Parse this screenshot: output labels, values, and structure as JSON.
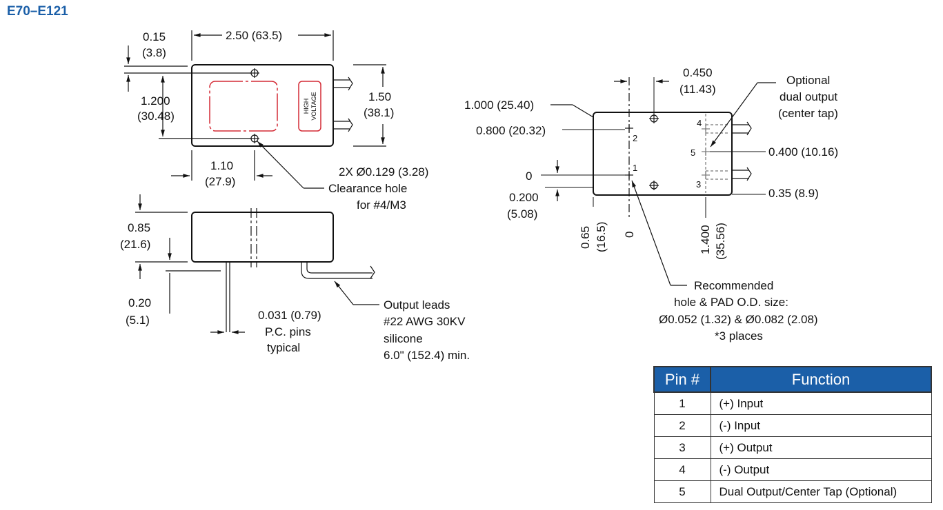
{
  "title": "E70–E121",
  "top_view": {
    "dim_015": "0.15",
    "dim_015_mm": "(3.8)",
    "dim_250": "2.50 (63.5)",
    "dim_1200": "1.200",
    "dim_1200_mm": "(30.48)",
    "dim_150": "1.50",
    "dim_150_mm": "(38.1)",
    "dim_110": "1.10",
    "dim_110_mm": "(27.9)",
    "label_high": "HIGH",
    "label_voltage": "VOLTAGE",
    "hole_note_1": "2X Ø0.129 (3.28)",
    "hole_note_2": "Clearance hole",
    "hole_note_3": "for #4/M3"
  },
  "side_view": {
    "dim_085": "0.85",
    "dim_085_mm": "(21.6)",
    "dim_020": "0.20",
    "dim_020_mm": "(5.1)",
    "pin_note_1": "0.031 (0.79)",
    "pin_note_2": "P.C. pins",
    "pin_note_3": "typical",
    "leads_note_1": "Output leads",
    "leads_note_2": "#22 AWG  30KV",
    "leads_note_3": "silicone",
    "leads_note_4": "6.0\" (152.4) min."
  },
  "pcb_view": {
    "dim_0450": "0.450",
    "dim_0450_mm": "(11.43)",
    "dim_1000": "1.000 (25.40)",
    "dim_0800": "0.800 (20.32)",
    "dim_0": "0",
    "dim_0200": "0.200",
    "dim_0200_mm": "(5.08)",
    "dim_0400": "0.400 (10.16)",
    "dim_035": "0.35 (8.9)",
    "dim_065": "0.65",
    "dim_065_mm": "(16.5)",
    "dim_x0": "0",
    "dim_1400": "1.400",
    "dim_1400_mm": "(35.56)",
    "optional_1": "Optional",
    "optional_2": "dual output",
    "optional_3": "(center tap)",
    "rec_1": "Recommended",
    "rec_2": "hole & PAD O.D. size:",
    "rec_3": "Ø0.052 (1.32) & Ø0.082 (2.08)",
    "rec_4": "*3 places",
    "pin_labels": [
      "1",
      "2",
      "3",
      "4",
      "5"
    ]
  },
  "pin_table": {
    "headers": [
      "Pin #",
      "Function"
    ],
    "rows": [
      {
        "pin": "1",
        "function": "(+) Input"
      },
      {
        "pin": "2",
        "function": "(-) Input"
      },
      {
        "pin": "3",
        "function": "(+) Output"
      },
      {
        "pin": "4",
        "function": "(-) Output"
      },
      {
        "pin": "5",
        "function": "Dual Output/Center Tap (Optional)"
      }
    ]
  },
  "colors": {
    "title_blue": "#1b5fa8",
    "table_header_blue": "#1b5fa8",
    "red_outline": "#d42a35"
  }
}
